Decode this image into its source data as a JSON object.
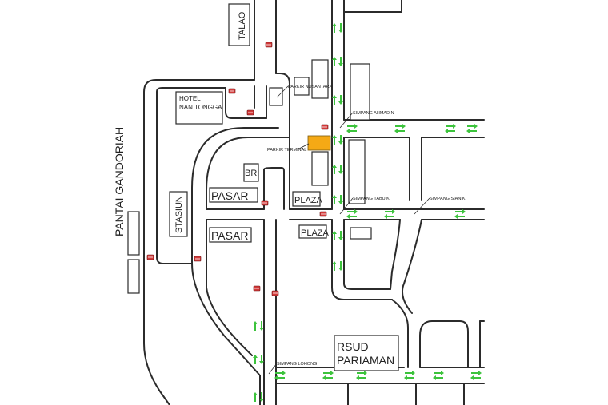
{
  "labels": {
    "talao": "TALAO",
    "pantai": "PANTAI GANDORIAH",
    "hotel_line1": "HOTEL",
    "hotel_line2": "NAN TONGGA",
    "parkir_nusantara": "PARKIR NUSANTARA",
    "parkir_terminal": "PARKIR TERMINAL",
    "simpang_ahmadin": "SIMPANG AHMADIN",
    "simpang_tabuik": "SIMPANG TABUIK",
    "simpang_sianik": "SIMPANG SIANIK",
    "simpang_lohong": "SIMPANG LOHONG",
    "bri": "BRI",
    "pasar_north": "PASAR",
    "pasar_south": "PASAR",
    "plaza_north": "PLAZA",
    "plaza_south": "PLAZA",
    "stasiun": "STASIUN",
    "rsud_line1": "RSUD",
    "rsud_line2": "PARIAMAN"
  },
  "colors": {
    "terminal_highlight": "#f5a915",
    "one_way_arrow": "#3cc33c",
    "bus_stop": "#d23a3a"
  },
  "icons": {
    "bus_stop": "bus-stop-icon",
    "one_way": "double-arrow-icon"
  }
}
